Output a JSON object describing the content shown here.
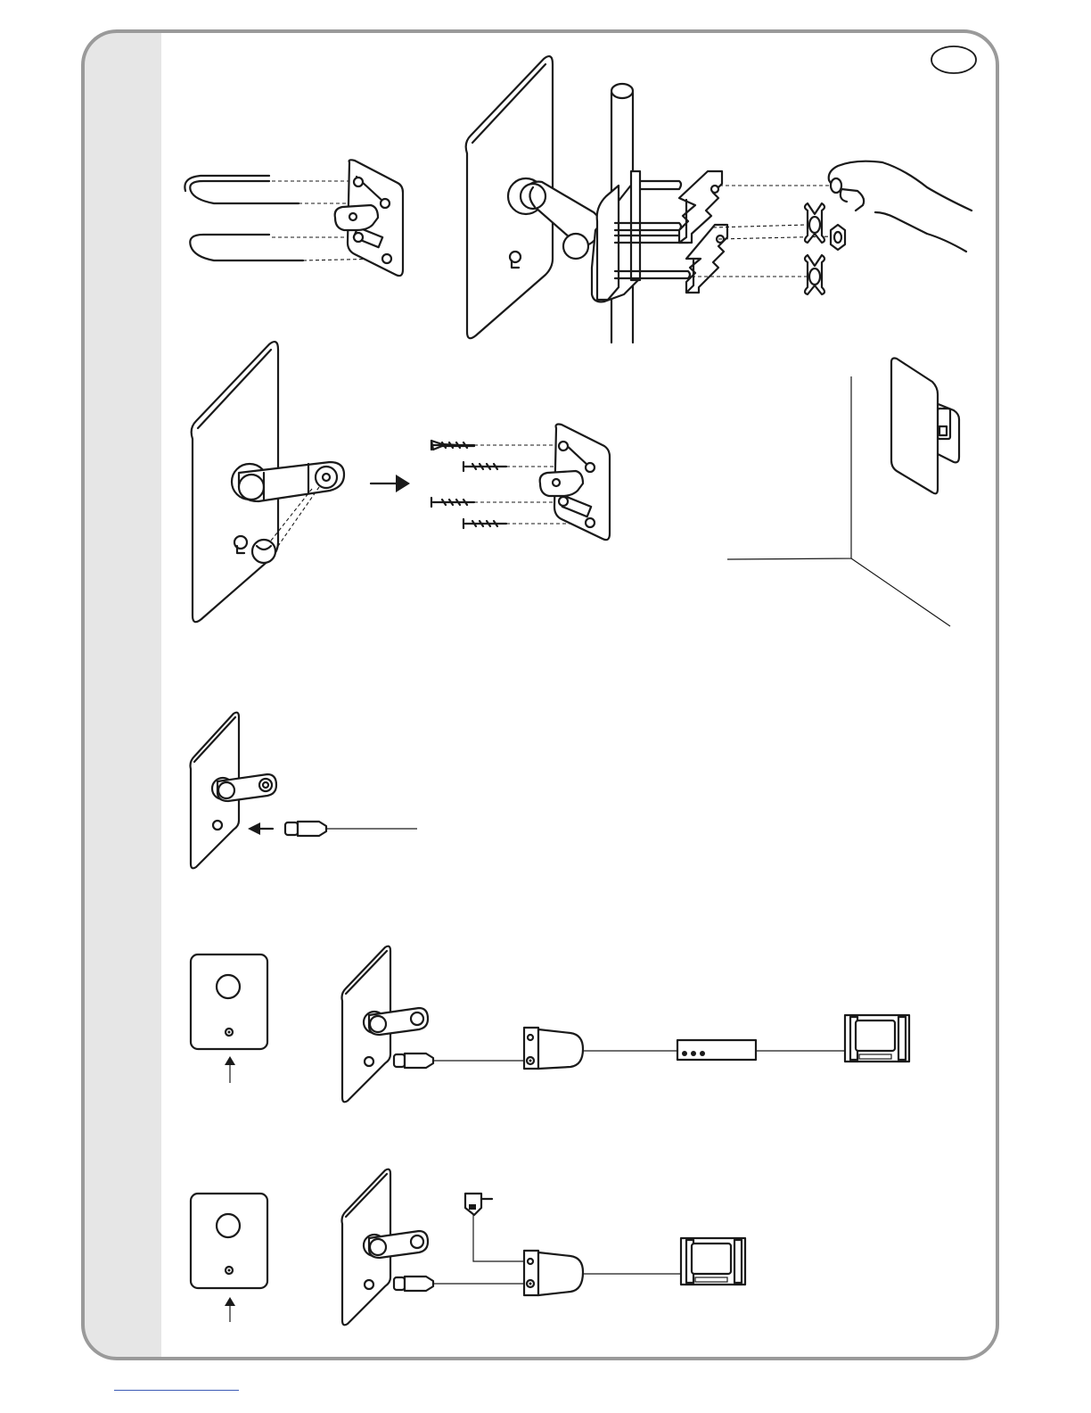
{
  "page": {
    "frame_color": "#9a9a9a",
    "sidebar_color": "#e6e6e6",
    "ink_color": "#1a1a1a",
    "footer_rule_color": "#3b5bb5"
  },
  "badge": {
    "label": ""
  },
  "figures": [
    {
      "name": "bracket-u-bolt-assembly",
      "icon": "u-bolt-bracket"
    },
    {
      "name": "pole-mount-assembly",
      "icon": "pole-mount"
    },
    {
      "name": "wall-mount-screws",
      "icon": "wall-bracket-screws"
    },
    {
      "name": "wall-corner-installed",
      "icon": "mounted-on-wall"
    },
    {
      "name": "cable-connection",
      "icon": "coax-connector"
    },
    {
      "name": "connection-via-splitter-and-receiver",
      "icon": "antenna-to-tv-with-receiver"
    },
    {
      "name": "connection-with-power-adapter",
      "icon": "antenna-to-tv-with-adapter"
    }
  ]
}
